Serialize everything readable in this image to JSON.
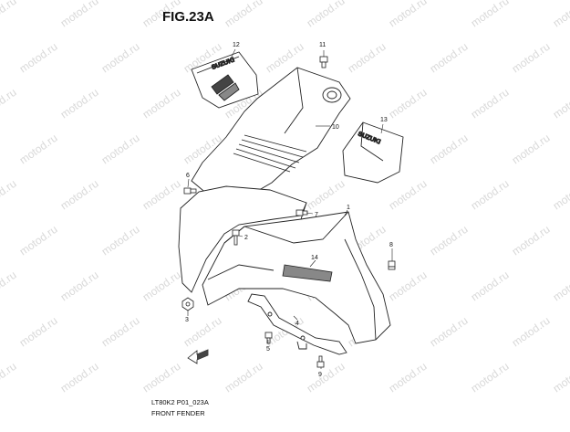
{
  "figure": {
    "title": "FIG.23A",
    "diagram_code": "LT80K2 P01_023A",
    "caption": "FRONT FENDER"
  },
  "watermark": {
    "text": "motod.ru"
  },
  "decal_brand_text": "SUZUKI",
  "callouts": [
    {
      "id": "1",
      "label": "1",
      "part": "fender-body"
    },
    {
      "id": "2",
      "label": "2",
      "part": "bolt"
    },
    {
      "id": "3",
      "label": "3",
      "part": "nut"
    },
    {
      "id": "4",
      "label": "4",
      "part": "brace"
    },
    {
      "id": "5",
      "label": "5",
      "part": "bolt"
    },
    {
      "id": "6",
      "label": "6",
      "part": "bolt"
    },
    {
      "id": "7",
      "label": "7",
      "part": "bolt"
    },
    {
      "id": "8",
      "label": "8",
      "part": "bolt"
    },
    {
      "id": "9",
      "label": "9",
      "part": "bolt"
    },
    {
      "id": "10",
      "label": "10",
      "part": "front-cover"
    },
    {
      "id": "11",
      "label": "11",
      "part": "bolt"
    },
    {
      "id": "12",
      "label": "12",
      "part": "decal-left"
    },
    {
      "id": "13",
      "label": "13",
      "part": "decal-right"
    },
    {
      "id": "14",
      "label": "14",
      "part": "emblem"
    }
  ],
  "icons": {
    "front_arrow": "front-direction-arrow-icon"
  }
}
